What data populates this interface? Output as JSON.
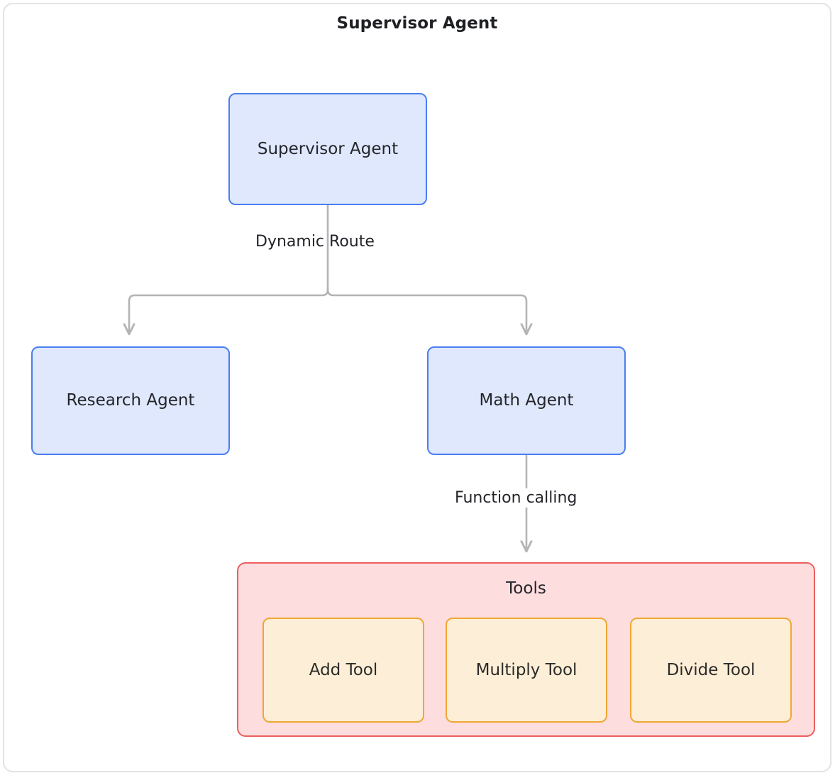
{
  "diagram": {
    "title": "Supervisor Agent",
    "type": "flowchart",
    "nodes": {
      "supervisor": {
        "label": "Supervisor Agent",
        "shape": "rounded-rect",
        "fill": "#dfe8fc",
        "stroke": "#4a7ef0"
      },
      "research": {
        "label": "Research Agent",
        "shape": "rounded-rect",
        "fill": "#dfe8fc",
        "stroke": "#4a7ef0"
      },
      "math": {
        "label": "Math Agent",
        "shape": "rounded-rect",
        "fill": "#dfe8fc",
        "stroke": "#4a7ef0"
      }
    },
    "tools_group": {
      "label": "Tools",
      "fill": "#fdddde",
      "stroke": "#ec5f5f",
      "tools": [
        {
          "label": "Add Tool",
          "fill": "#fdeed7",
          "stroke": "#f0a733"
        },
        {
          "label": "Multiply Tool",
          "fill": "#fdeed7",
          "stroke": "#f0a733"
        },
        {
          "label": "Divide Tool",
          "fill": "#fdeed7",
          "stroke": "#f0a733"
        }
      ]
    },
    "edges": [
      {
        "from": "supervisor",
        "to": "research",
        "label": "Dynamic Route",
        "arrow": true,
        "color": "#b4b4b6"
      },
      {
        "from": "supervisor",
        "to": "math",
        "label": "Dynamic Route",
        "arrow": true,
        "color": "#b4b4b6"
      },
      {
        "from": "math",
        "to": "tools_group",
        "label": "Function calling",
        "arrow": true,
        "color": "#b4b4b6"
      }
    ],
    "edge_labels": {
      "dynamic_route": "Dynamic Route",
      "function_calling": "Function calling"
    },
    "frame": {
      "stroke": "#e3e3e6",
      "fill": "#ffffff"
    }
  }
}
